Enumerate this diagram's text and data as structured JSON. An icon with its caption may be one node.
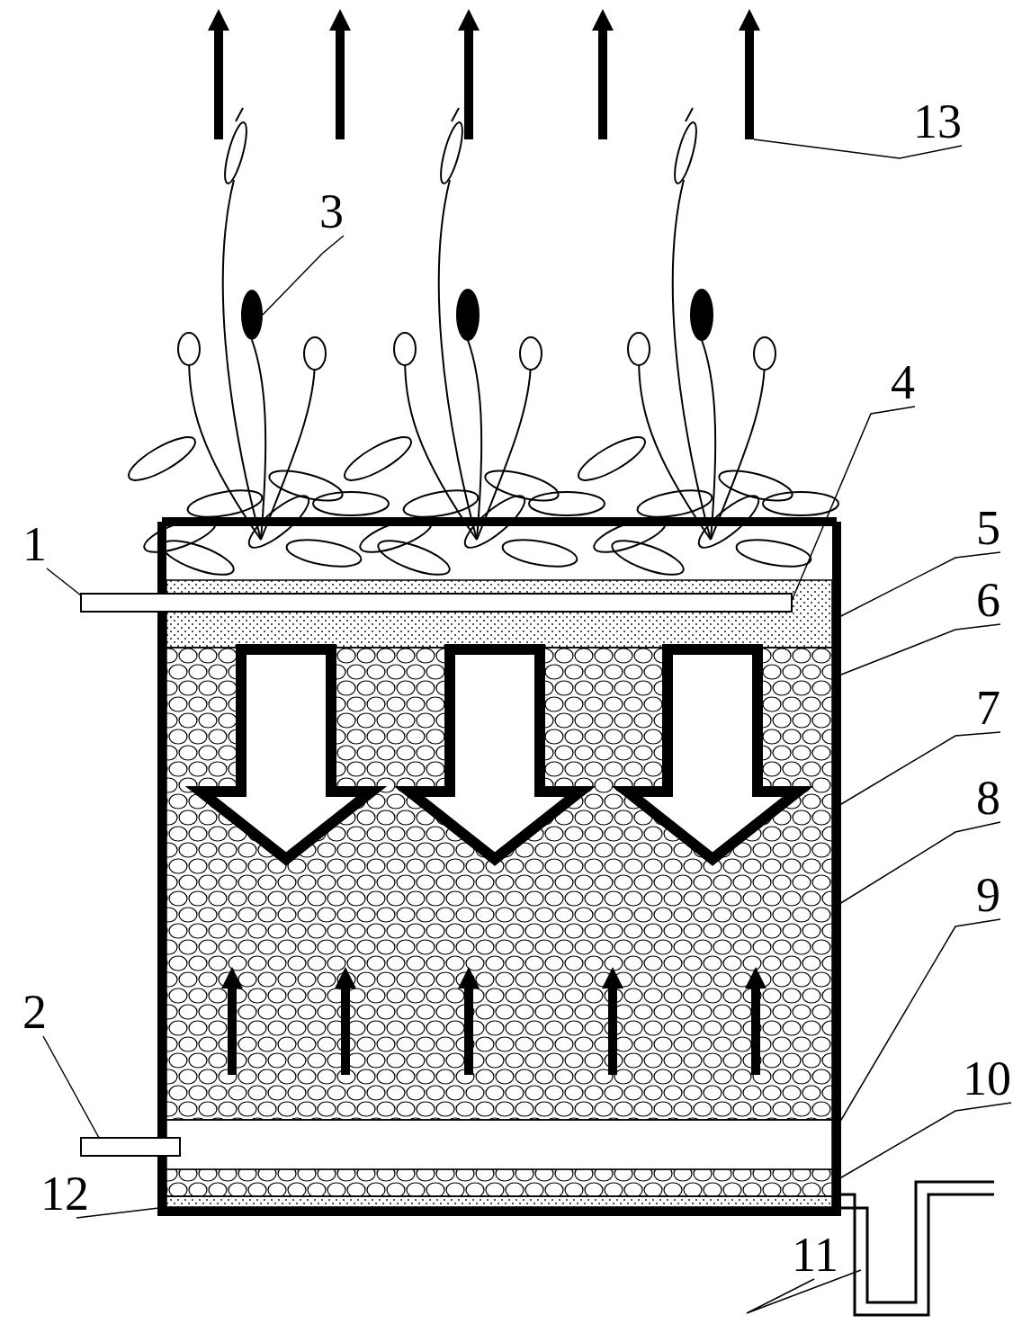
{
  "diagram": {
    "nodes": [
      {
        "text": [
          "1"
        ]
      },
      {
        "text": [
          "2"
        ]
      },
      {
        "text": [
          "3"
        ]
      },
      {
        "text": [
          "4"
        ]
      },
      {
        "text": [
          "5"
        ]
      },
      {
        "text": [
          "6"
        ]
      },
      {
        "text": [
          "7"
        ]
      },
      {
        "text": [
          "8"
        ]
      },
      {
        "text": [
          "9"
        ]
      },
      {
        "text": [
          "10"
        ]
      },
      {
        "text": [
          "11"
        ]
      },
      {
        "text": [
          "12"
        ]
      },
      {
        "text": [
          "13"
        ]
      },
      {
        "text": [],
        "shape": "box"
      },
      {
        "text": [],
        "shape": "box"
      },
      {
        "text": [],
        "shape": "circle"
      },
      {
        "text": [],
        "shape": "box",
        "in": 17
      },
      {
        "text": [],
        "shape": "box"
      },
      {
        "text": [],
        "shape": "box",
        "in": 17
      },
      {
        "text": [],
        "shape": "box",
        "in": 17
      },
      {
        "text": [],
        "shape": "box",
        "in": 17
      },
      {
        "text": [],
        "shape": "box"
      },
      {
        "text": [],
        "shape": "box",
        "in": 17
      },
      {
        "text": [],
        "shape": "arrow"
      },
      {
        "text": [],
        "shape": "arrow"
      },
      {
        "text": [],
        "shape": "arrow"
      },
      {
        "text": [],
        "shape": "arrow"
      },
      {
        "text": [],
        "shape": "arrow"
      }
    ],
    "edges": [
      {
        "from": 0,
        "to": 13,
        "arrow": "none"
      },
      {
        "from": 1,
        "to": 14,
        "arrow": "none"
      },
      {
        "from": 2,
        "to": 15,
        "arrow": "none"
      },
      {
        "from": 3,
        "to": 13,
        "arrow": "none"
      },
      {
        "from": 4,
        "to": 16,
        "arrow": "none"
      },
      {
        "from": 5,
        "to": 17,
        "arrow": "none"
      },
      {
        "from": 6,
        "to": 18,
        "arrow": "none"
      },
      {
        "from": 7,
        "to": 18,
        "arrow": "none"
      },
      {
        "from": 8,
        "to": 19,
        "arrow": "none"
      },
      {
        "from": 9,
        "to": 20,
        "arrow": "none"
      },
      {
        "from": 10,
        "to": 21,
        "arrow": "none"
      },
      {
        "from": 11,
        "to": 22,
        "arrow": "none"
      },
      {
        "from": 12,
        "to": 27,
        "arrow": "none"
      }
    ]
  }
}
